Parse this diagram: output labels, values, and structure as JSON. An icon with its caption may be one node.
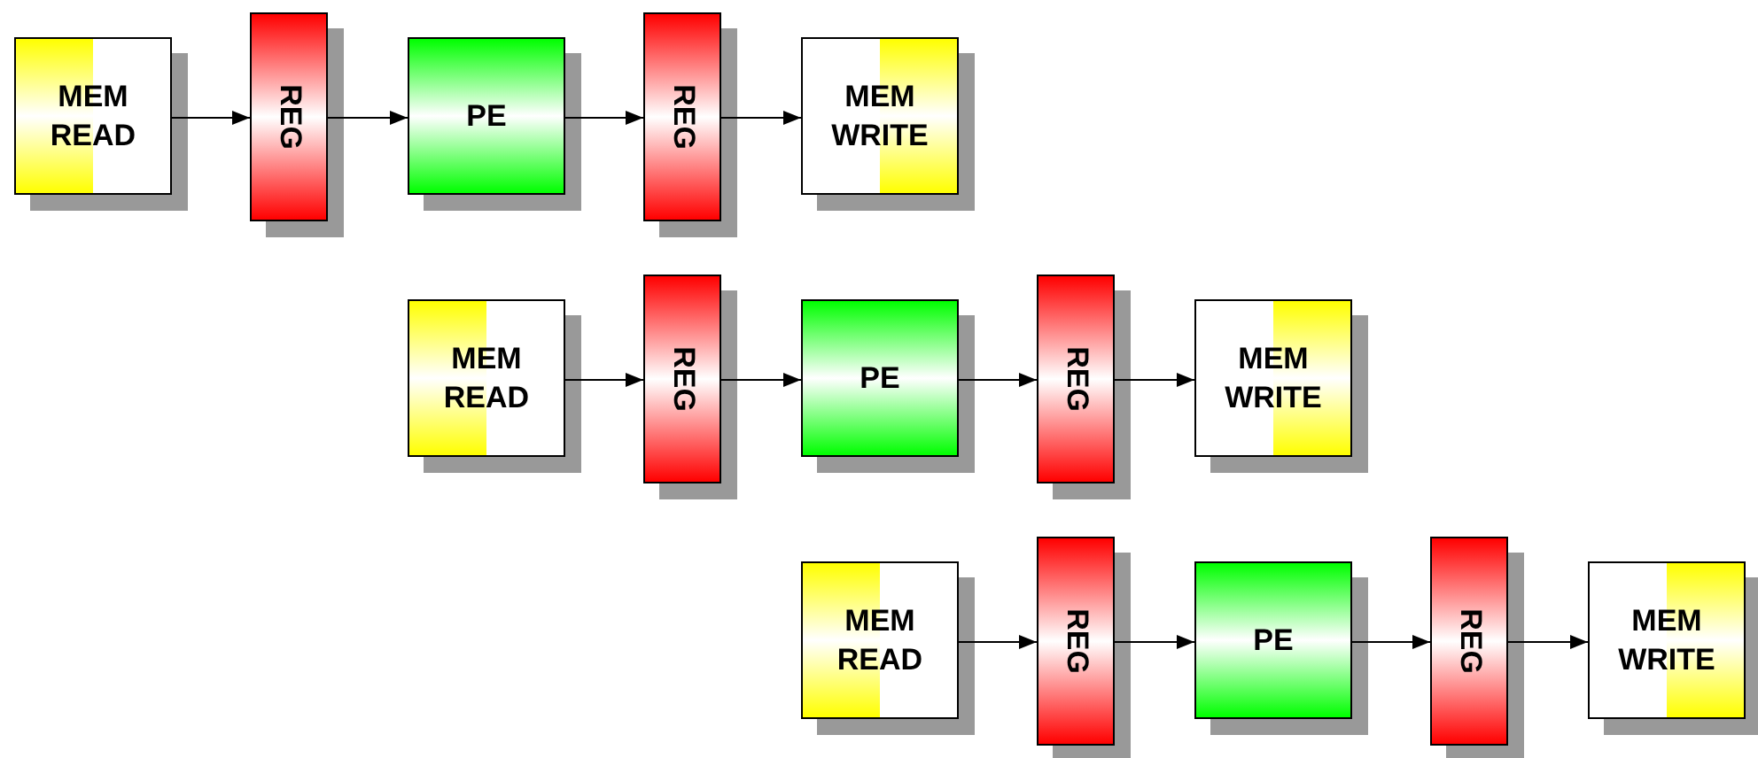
{
  "diagram": {
    "nodes": [
      {
        "text": [
          "MEM READ"
        ]
      },
      {
        "text": [
          "REG"
        ]
      },
      {
        "text": [
          "PE"
        ]
      },
      {
        "text": [
          "REG"
        ]
      },
      {
        "text": [
          "MEM WRITE"
        ]
      },
      {
        "text": [
          "MEM READ"
        ]
      },
      {
        "text": [
          "REG"
        ]
      },
      {
        "text": [
          "PE"
        ]
      },
      {
        "text": [
          "REG"
        ]
      },
      {
        "text": [
          "MEM WRITE"
        ]
      },
      {
        "text": [
          "MEM READ"
        ]
      },
      {
        "text": [
          "REG"
        ]
      },
      {
        "text": [
          "PE"
        ]
      },
      {
        "text": [
          "REG"
        ]
      },
      {
        "text": [
          "MEM WRITE"
        ]
      }
    ],
    "edges": [
      {
        "from": 0,
        "to": 1,
        "arrow": "to"
      },
      {
        "from": 1,
        "to": 2,
        "arrow": "to"
      },
      {
        "from": 2,
        "to": 3,
        "arrow": "to"
      },
      {
        "from": 3,
        "to": 4,
        "arrow": "to"
      },
      {
        "from": 5,
        "to": 6,
        "arrow": "to"
      },
      {
        "from": 6,
        "to": 7,
        "arrow": "to"
      },
      {
        "from": 7,
        "to": 8,
        "arrow": "to"
      },
      {
        "from": 8,
        "to": 9,
        "arrow": "to"
      },
      {
        "from": 10,
        "to": 11,
        "arrow": "to"
      },
      {
        "from": 11,
        "to": 12,
        "arrow": "to"
      },
      {
        "from": 12,
        "to": 13,
        "arrow": "to"
      },
      {
        "from": 13,
        "to": 14,
        "arrow": "to"
      }
    ]
  }
}
